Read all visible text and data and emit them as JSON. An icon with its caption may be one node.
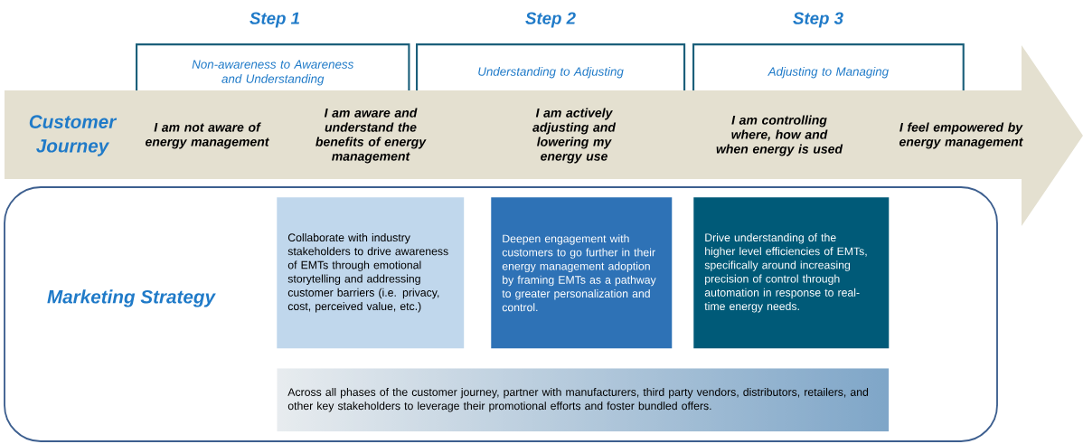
{
  "diagram": {
    "nodes": [
      {
        "text": [
          "Step 1",
          "Non-awareness to Awareness and Understanding"
        ]
      },
      {
        "text": [
          "Step 2",
          "Understanding to Adjusting"
        ]
      },
      {
        "text": [
          "Step 3",
          "Adjusting to Managing"
        ]
      },
      {
        "text": [
          "Customer Journey",
          "I am not aware of energy management",
          "I am aware and understand the benefits of energy management",
          "I am actively adjusting and lowering my energy use",
          "I am controlling where, how and when energy is used",
          "I feel empowered by energy management"
        ]
      },
      {
        "text": [
          "Marketing Strategy"
        ]
      },
      {
        "text": [
          "Collaborate with industry stakeholders to drive awareness of EMTs through emotional storytelling and addressing customer barriers (i.e. privacy, cost, perceived value, etc.)"
        ],
        "in": 4
      },
      {
        "text": [
          "Deepen engagement with customers to go further in their energy management adoption by framing EMTs as a pathway to greater personalization and control."
        ],
        "in": 4
      },
      {
        "text": [
          "Drive understanding of the higher level efficiencies of EMTs, specifically around increasing precision of control through automation in response to real-time energy needs."
        ],
        "in": 4
      },
      {
        "text": [
          "Across all phases of the customer journey, partner with manufacturers, third party vendors, distributors, retailers, and other key stakeholders to leverage their promotional efforts and foster bundled offers."
        ],
        "in": 4
      }
    ],
    "edges": []
  }
}
